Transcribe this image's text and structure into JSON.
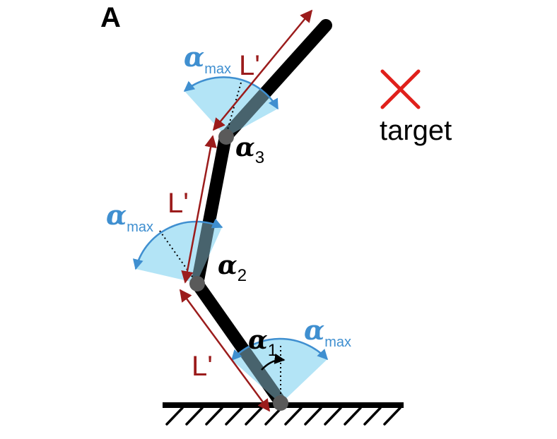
{
  "panel_label": "A",
  "target": {
    "label": "target"
  },
  "link_length": {
    "label": "L'"
  },
  "joint_angles": [
    {
      "symbol": "α",
      "subscript": "1"
    },
    {
      "symbol": "α",
      "subscript": "2"
    },
    {
      "symbol": "α",
      "subscript": "3"
    }
  ],
  "angle_limit": {
    "symbol": "α",
    "subscript": "max"
  },
  "colors": {
    "arm": "#000000",
    "joint": "#5a5a5a",
    "length_arrow": "#9b1c1c",
    "angle_limit": "#3f8fd0",
    "angle_fill": "#bde9f8",
    "target": "#e0201b"
  }
}
